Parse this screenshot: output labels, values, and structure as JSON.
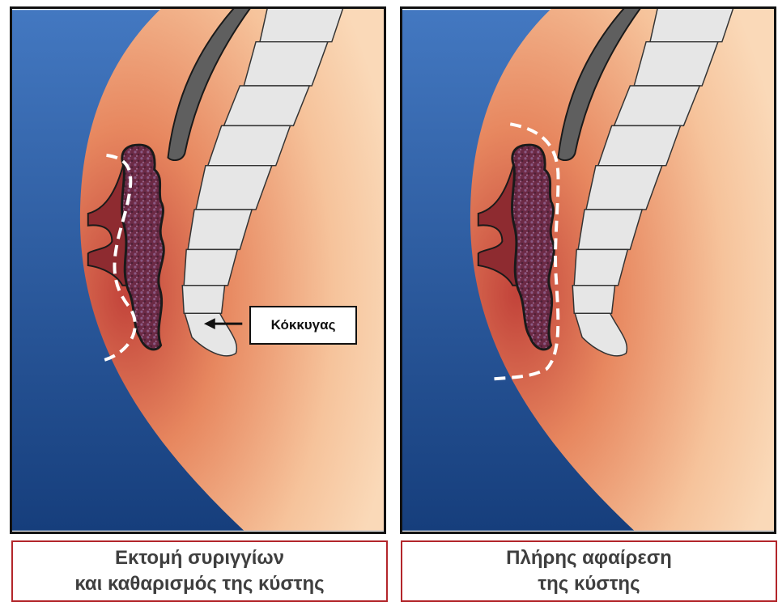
{
  "panels": [
    {
      "id": "left",
      "label": "Κόκκυγας",
      "caption": [
        "Εκτομή συριγγίων",
        "και καθαρισμός της κύστης"
      ]
    },
    {
      "id": "right",
      "caption": [
        "Πλήρης αφαίρεση",
        "της κύστης"
      ]
    }
  ],
  "colors": {
    "background_blue": "#2a5fa8",
    "skin": "#f2b084",
    "cyst": "#7a2330",
    "bone": "#e8e8e8",
    "caption_border": "#b3262b"
  }
}
